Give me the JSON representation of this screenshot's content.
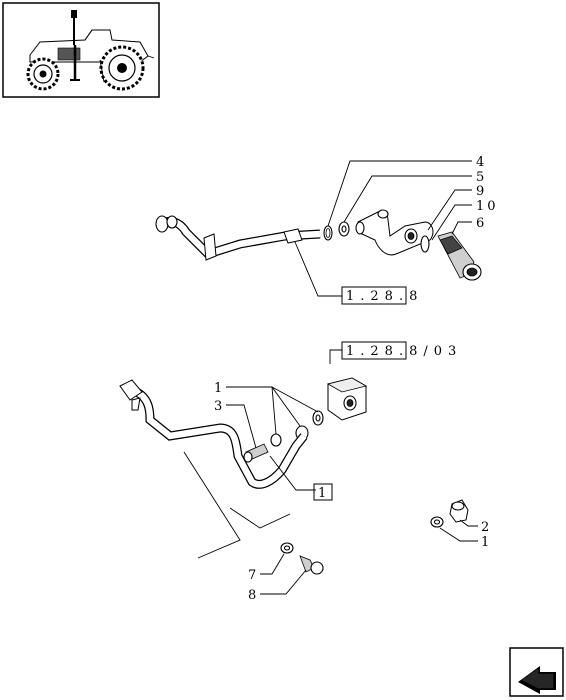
{
  "callouts": {
    "c4": "4",
    "c5": "5",
    "c9": "9",
    "c10": "10",
    "c6": "6",
    "c1a": "1",
    "c3": "3",
    "c1b": "1",
    "c2": "2",
    "c1c": "1",
    "c7": "7",
    "c8": "8"
  },
  "references": {
    "ref_top": "1.28.8",
    "ref_mid": "1.28.8/03",
    "ref_box": "1"
  },
  "icons": {
    "thumbnail": "tractor-thumbnail-icon",
    "nav": "next-page-arrow-icon"
  }
}
